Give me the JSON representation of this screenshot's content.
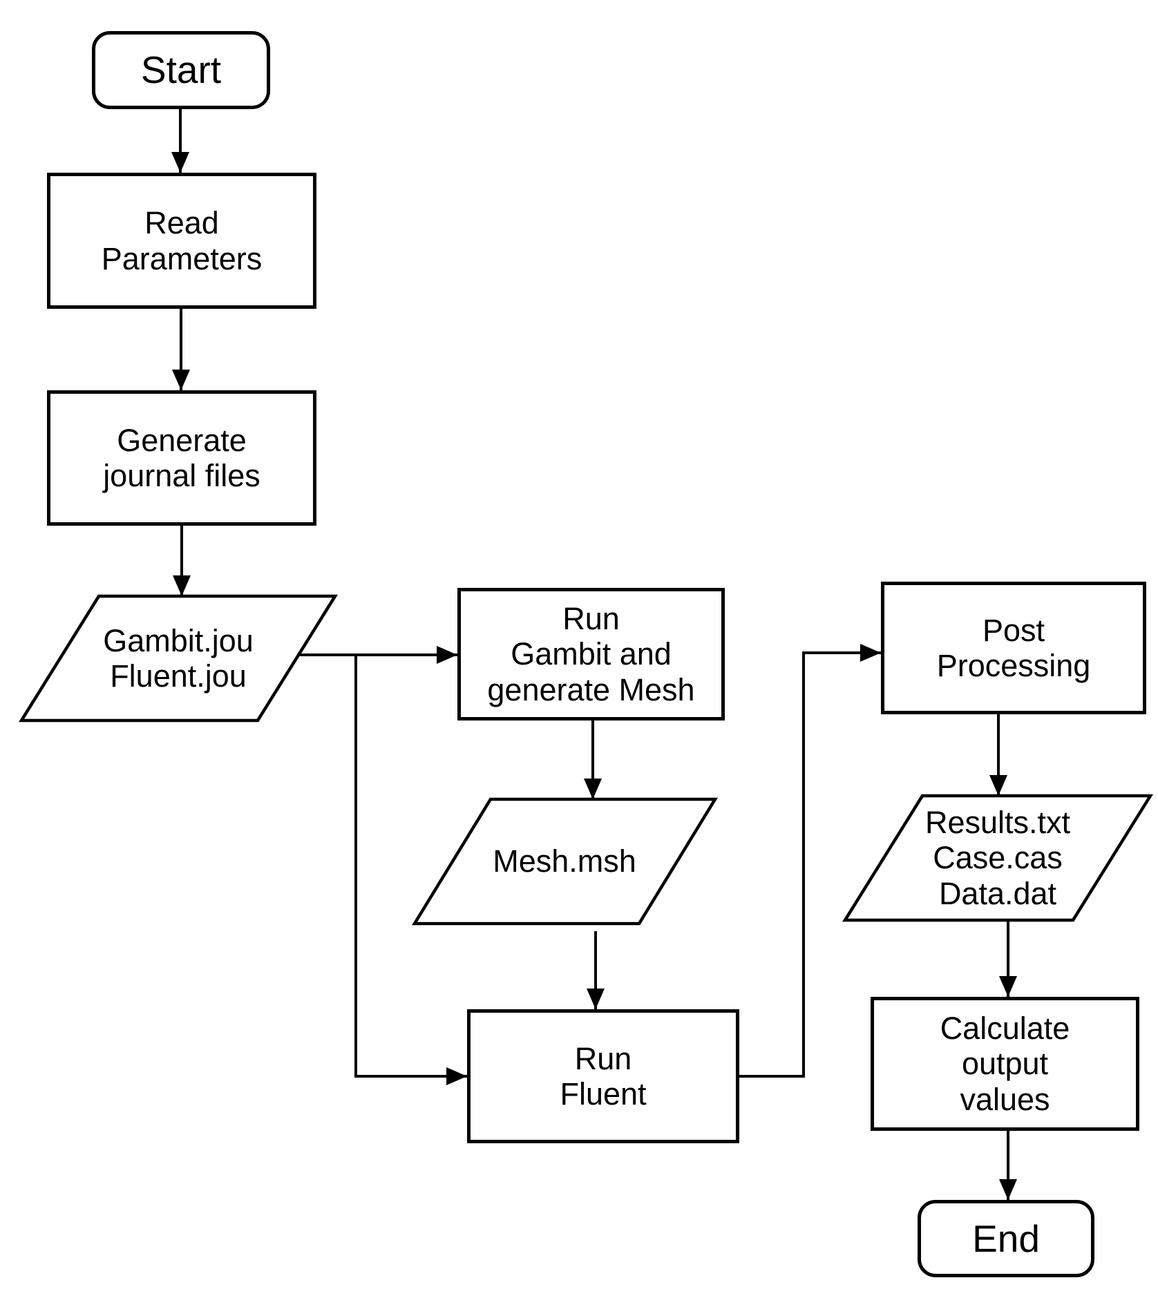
{
  "diagram": {
    "type": "flowchart",
    "colors": {
      "stroke": "#000000",
      "background": "#ffffff"
    }
  },
  "nodes": {
    "start": {
      "shape": "terminator",
      "lines": [
        "Start"
      ]
    },
    "read_parameters": {
      "shape": "process",
      "lines": [
        "Read",
        "Parameters"
      ]
    },
    "generate_journal_files": {
      "shape": "process",
      "lines": [
        "Generate",
        "journal files"
      ]
    },
    "journal_files": {
      "shape": "io",
      "lines": [
        "Gambit.jou",
        "Fluent.jou"
      ]
    },
    "run_gambit": {
      "shape": "process",
      "lines": [
        "Run",
        "Gambit and",
        "generate Mesh"
      ]
    },
    "mesh_file": {
      "shape": "io",
      "lines": [
        "Mesh.msh"
      ]
    },
    "run_fluent": {
      "shape": "process",
      "lines": [
        "Run",
        "Fluent"
      ]
    },
    "post_processing": {
      "shape": "process",
      "lines": [
        "Post",
        "Processing"
      ]
    },
    "results_files": {
      "shape": "io",
      "lines": [
        "Results.txt",
        "Case.cas",
        "Data.dat"
      ]
    },
    "calculate_output_values": {
      "shape": "process",
      "lines": [
        "Calculate",
        "output",
        "values"
      ]
    },
    "end": {
      "shape": "terminator",
      "lines": [
        "End"
      ]
    }
  },
  "edges": [
    {
      "from": "start",
      "to": "read_parameters"
    },
    {
      "from": "read_parameters",
      "to": "generate_journal_files"
    },
    {
      "from": "generate_journal_files",
      "to": "journal_files"
    },
    {
      "from": "journal_files",
      "to": "run_gambit"
    },
    {
      "from": "journal_files",
      "to": "run_fluent"
    },
    {
      "from": "run_gambit",
      "to": "mesh_file"
    },
    {
      "from": "mesh_file",
      "to": "run_fluent"
    },
    {
      "from": "run_fluent",
      "to": "post_processing"
    },
    {
      "from": "post_processing",
      "to": "results_files"
    },
    {
      "from": "results_files",
      "to": "calculate_output_values"
    },
    {
      "from": "calculate_output_values",
      "to": "end"
    }
  ]
}
